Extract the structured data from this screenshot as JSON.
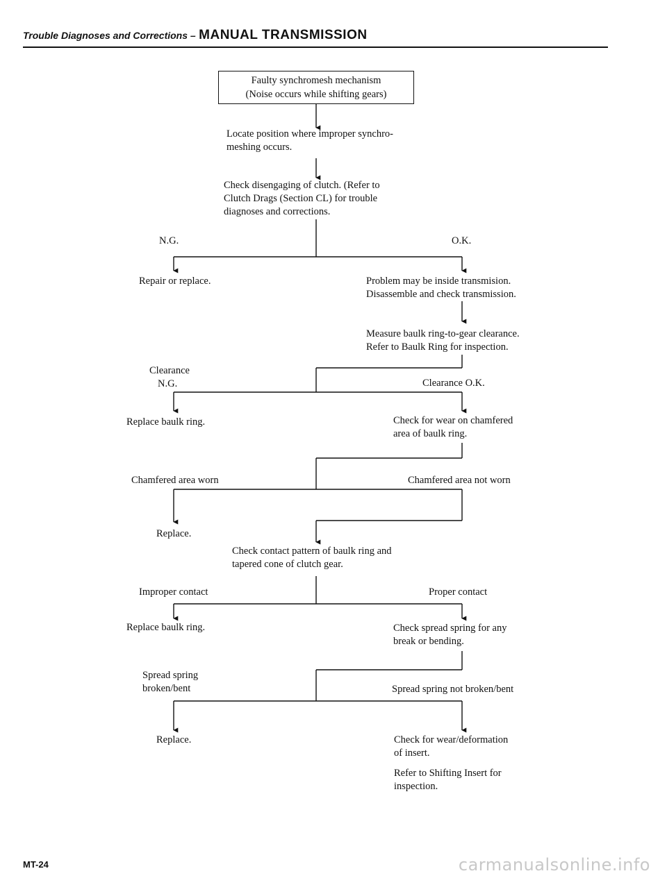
{
  "header": {
    "section_italic": "Trouble Diagnoses and Corrections –",
    "title": "MANUAL TRANSMISSION"
  },
  "flowchart": {
    "start_box": [
      "Faulty synchromesh mechanism",
      "(Noise occurs while shifting gears)"
    ],
    "step_locate": [
      "Locate position where improper synchro-",
      "meshing occurs."
    ],
    "step_clutch": [
      "Check disengaging of clutch. (Refer to",
      "Clutch Drags (Section CL) for trouble",
      "diagnoses and corrections."
    ],
    "ng_label": "N.G.",
    "ok_label": "O.K.",
    "repair": "Repair or replace.",
    "inside_trans": [
      "Problem may be inside transmision.",
      "Disassemble and check transmission."
    ],
    "measure": [
      "Measure baulk ring-to-gear clearance.",
      "Refer to Baulk Ring for inspection."
    ],
    "clearance_ng": [
      "Clearance",
      "N.G."
    ],
    "clearance_ok": "Clearance O.K.",
    "replace_baulk_1": "Replace baulk ring.",
    "check_wear": [
      "Check for wear on chamfered",
      "area of baulk ring."
    ],
    "chamfered_worn": "Chamfered area worn",
    "chamfered_not_worn": "Chamfered area not worn",
    "replace_1": "Replace.",
    "check_contact": [
      "Check contact pattern of baulk ring and",
      "tapered cone of clutch gear."
    ],
    "improper_contact": "Improper contact",
    "proper_contact": "Proper contact",
    "replace_baulk_2": "Replace baulk ring.",
    "check_spread": [
      "Check spread spring for any",
      "break or bending."
    ],
    "spread_broken": [
      "Spread spring",
      "broken/bent"
    ],
    "spread_not_broken": "Spread spring not broken/bent",
    "replace_2": "Replace.",
    "check_insert": [
      "Check for wear/deformation",
      "of insert."
    ],
    "refer_insert": [
      "Refer to Shifting Insert for",
      "inspection."
    ]
  },
  "footer": {
    "page_number": "MT-24",
    "watermark": "carmanualsonline.info"
  }
}
